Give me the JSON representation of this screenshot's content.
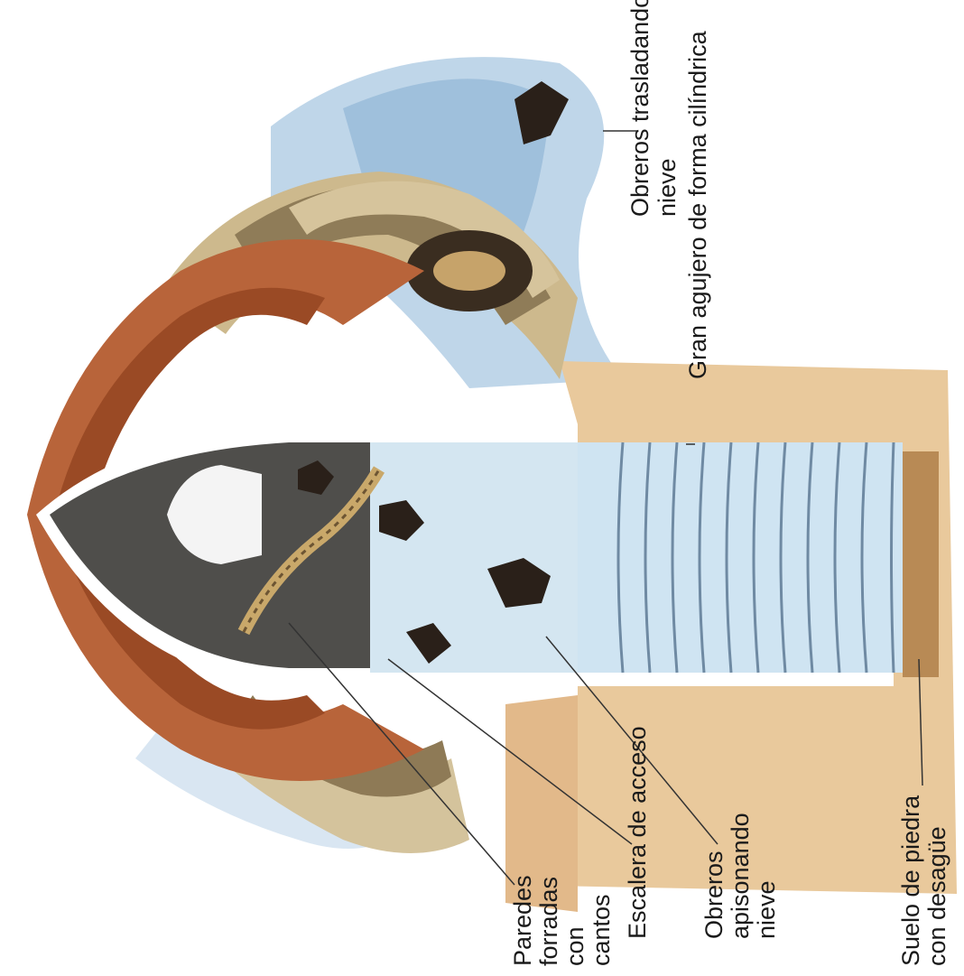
{
  "diagram": {
    "labels": [
      {
        "id": "obreros-trasladando",
        "lines": [
          "Obreros trasladando",
          "nieve"
        ]
      },
      {
        "id": "gran-agujero",
        "lines": [
          "Gran agujero de forma cilíndrica"
        ]
      },
      {
        "id": "paredes",
        "lines": [
          "Paredes",
          "forradas",
          "con",
          "cantos"
        ]
      },
      {
        "id": "escalera",
        "lines": [
          "Escalera de acceso"
        ]
      },
      {
        "id": "obreros-apisonando",
        "lines": [
          "Obreros",
          "apisonando",
          "nieve"
        ]
      },
      {
        "id": "suelo",
        "lines": [
          "Suelo de piedra",
          "con desagüe"
        ]
      }
    ]
  },
  "colors": {
    "dome": "#b8643a",
    "dome_dark": "#7a3a1c",
    "earth": "#e8c79a",
    "snow_packed": "#cfe3ef",
    "snow_layers": "#6a86a0",
    "stone_wall": "#c9b48a",
    "interior_dark": "#4a4a48",
    "sky_snow": "#8fb6d8",
    "floor": "#b88a55"
  }
}
